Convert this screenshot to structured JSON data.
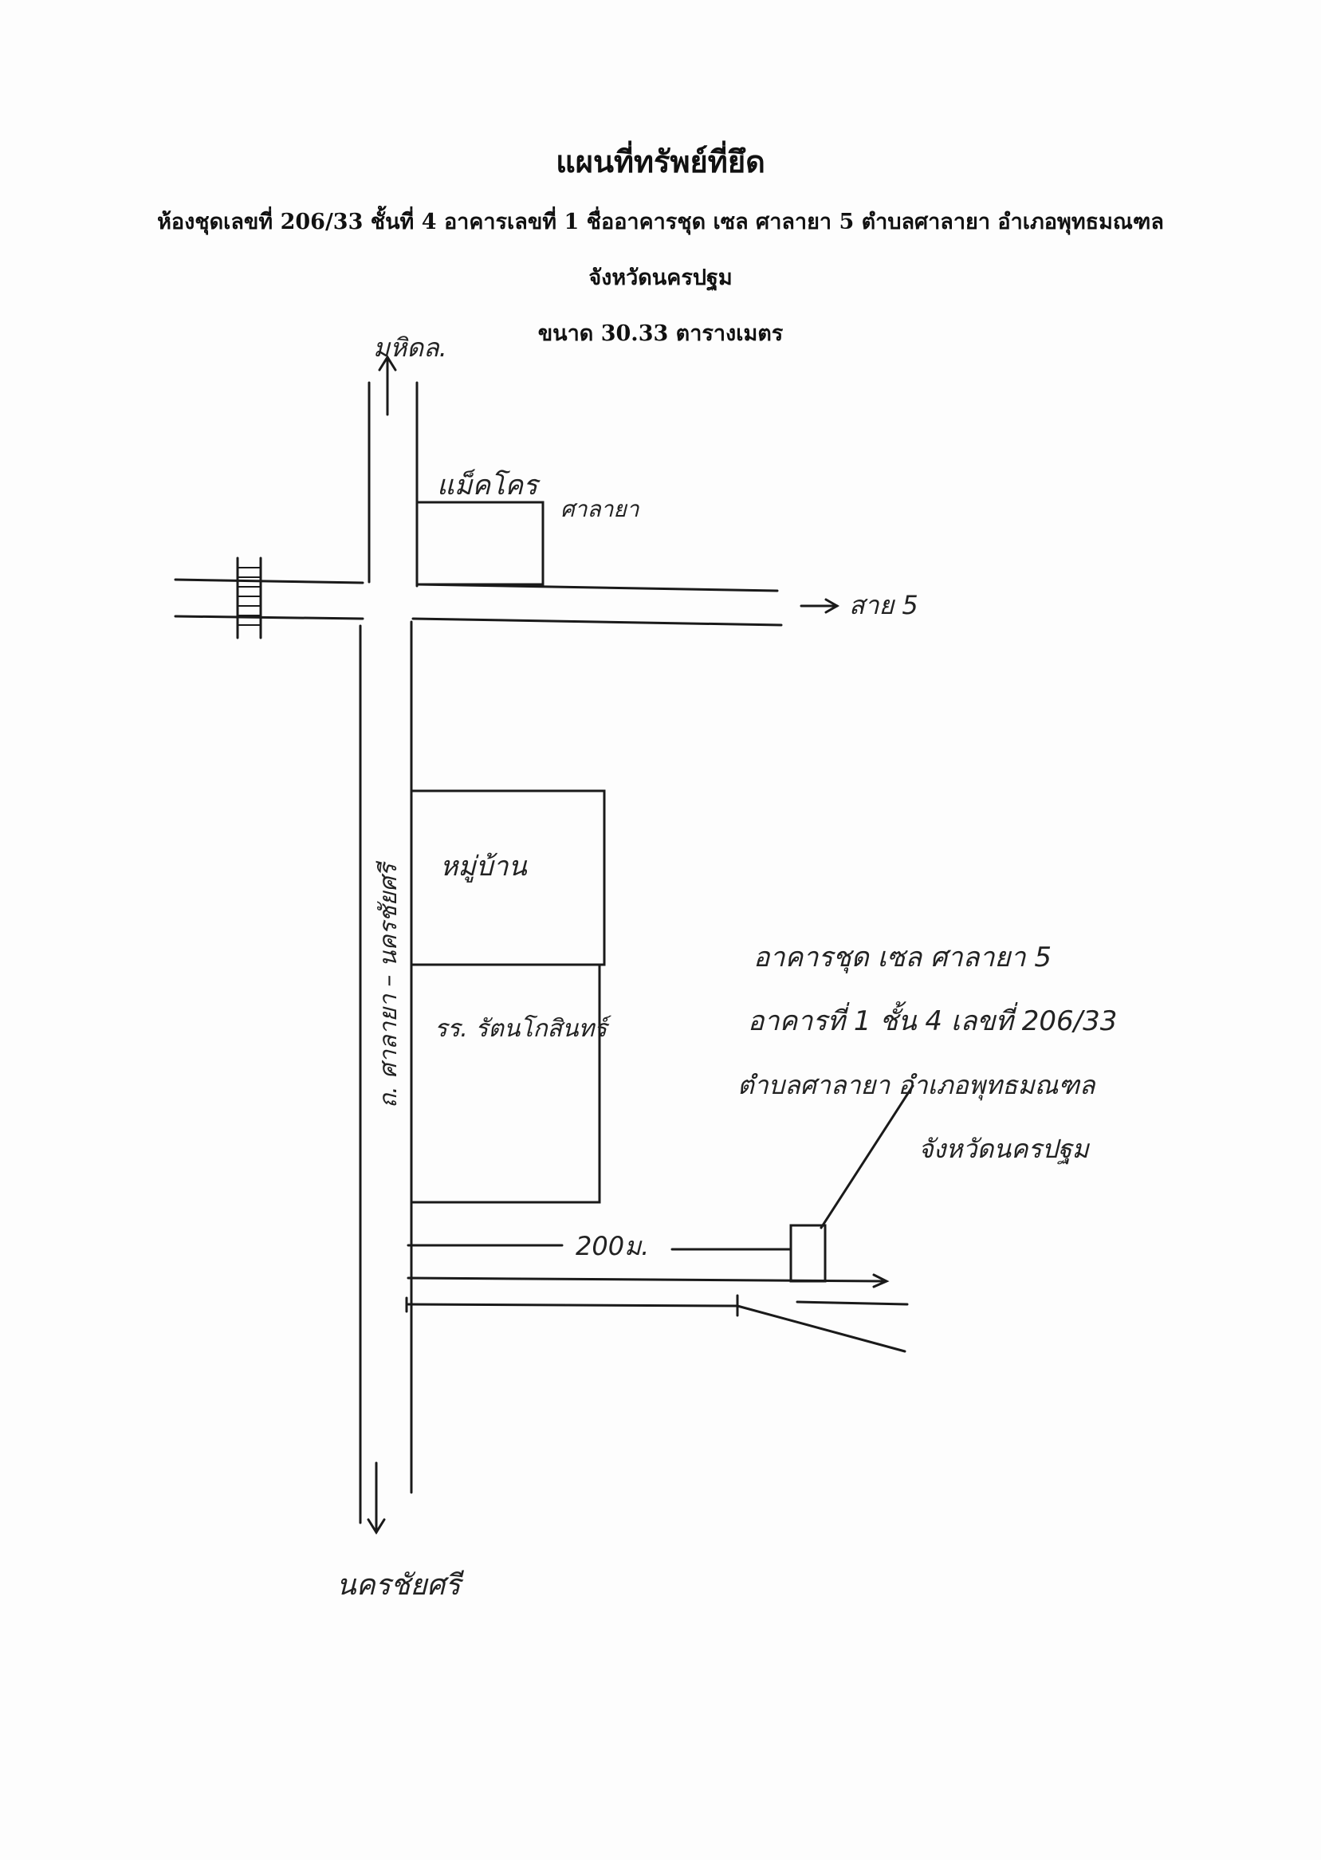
{
  "header": {
    "title": "แผนที่ทรัพย์ที่ยึด",
    "line1": "ห้องชุดเลขที่ 206/33 ชั้นที่ 4 อาคารเลขที่ 1 ชื่ออาคารชุด เซล ศาลายา 5  ตำบลศาลายา  อำเภอพุทธมณฑล",
    "line2": "จังหวัดนครปฐม",
    "line3": "ขนาด 30.33 ตารางเมตร"
  },
  "map_labels": {
    "north_dest": "มหิดล.",
    "top_building": "แม็คโคร",
    "top_building_sub": "ศาลายา",
    "east_road": "สาย 5",
    "main_road": "ถ. ศาลายา – นครชัยศรี",
    "block_a": "หมู่บ้าน",
    "block_b": "รร. รัตนโกสินทร์",
    "distance": "200ม.",
    "south_dest": "นครชัยศรี"
  },
  "annotation": {
    "line1": "อาคารชุด เซล ศาลายา 5",
    "line2": "อาคารที่ 1  ชั้น 4  เลขที่ 206/33",
    "line3": "ตำบลศาลายา  อำเภอพุทธมณฑล",
    "line4": "จังหวัดนครปฐม"
  }
}
